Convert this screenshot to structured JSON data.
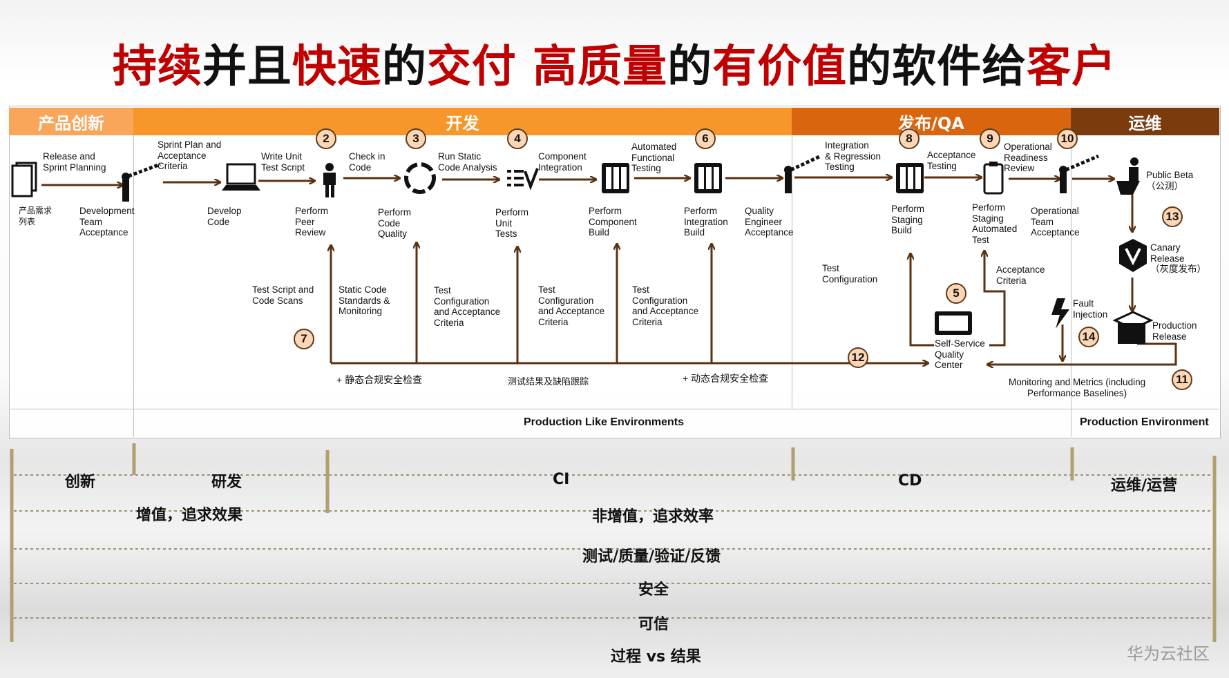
{
  "title": {
    "parts": [
      {
        "text": "持续",
        "tone": "r"
      },
      {
        "text": "并且",
        "tone": "k"
      },
      {
        "text": "快速",
        "tone": "r"
      },
      {
        "text": "的",
        "tone": "k"
      },
      {
        "text": "交付 ",
        "tone": "r"
      },
      {
        "text": "高质量",
        "tone": "r"
      },
      {
        "text": "的",
        "tone": "k"
      },
      {
        "text": "有价值",
        "tone": "r"
      },
      {
        "text": "的软件给",
        "tone": "k"
      },
      {
        "text": "客户",
        "tone": "r"
      }
    ]
  },
  "phases": {
    "innovation": {
      "label": "产品创新",
      "color": "#f9a55a"
    },
    "dev": {
      "label": "开发",
      "color": "#f7962b"
    },
    "release": {
      "label": "发布/QA",
      "color": "#d9660f"
    },
    "ops": {
      "label": "运维",
      "color": "#7b3b0c"
    }
  },
  "steps": {
    "release_planning": "Release and\nSprint Planning",
    "product_req": "产品需求\n列表",
    "dev_team_accept": "Development\nTeam\nAcceptance",
    "sprint_plan": "Sprint Plan and\nAcceptance\nCriteria",
    "develop_code": "Develop\nCode",
    "write_unit": "Write Unit\nTest Script",
    "peer_review": "Perform\nPeer\nReview",
    "check_in": "Check in\nCode",
    "code_quality": "Perform\nCode\nQuality",
    "static_analysis": "Run Static\nCode Analysis",
    "unit_tests": "Perform\nUnit\nTests",
    "component_integration": "Component\nIntegration",
    "component_build": "Perform\nComponent\nBuild",
    "auto_functional": "Automated\nFunctional\nTesting",
    "integration_build": "Perform\nIntegration\nBuild",
    "qe_accept": "Quality\nEngineer\nAcceptance",
    "integration_regression": "Integration\n& Regression\nTesting",
    "staging_build": "Perform\nStaging\nBuild",
    "acceptance_testing": "Acceptance\nTesting",
    "staging_auto_test": "Perform\nStaging\nAutomated\nTest",
    "op_readiness": "Operational\nReadiness\nReview",
    "op_team_accept": "Operational\nTeam\nAcceptance",
    "public_beta": "Public Beta\n（公测）",
    "canary": "Canary\nRelease\n（灰度发布）",
    "production_release": "Production\nRelease",
    "fault_injection": "Fault\nInjection",
    "test_script_scans": "Test Script and\nCode Scans",
    "static_standards": "Static Code\nStandards &\nMonitoring",
    "test_config_1": "Test\nConfiguration\nand Acceptance\nCriteria",
    "test_config_2": "Test\nConfiguration\nand Acceptance\nCriteria",
    "test_config_3": "Test\nConfiguration\nand Acceptance\nCriteria",
    "test_config_only": "Test\nConfiguration",
    "acceptance_criteria": "Acceptance\nCriteria",
    "self_service": "Self-Service\nQuality\nCenter",
    "monitoring": "Monitoring and Metrics (including\nPerformance Baselines)",
    "static_security": "+ 静态合规安全检查",
    "test_results": "测试结果及缺陷跟踪",
    "dynamic_security": "+ 动态合规安全检查"
  },
  "numbers": [
    "2",
    "3",
    "4",
    "6",
    "8",
    "9",
    "10",
    "13",
    "5",
    "7",
    "12",
    "14",
    "11"
  ],
  "environments": {
    "prod_like": "Production Like Environments",
    "prod": "Production Environment"
  },
  "bottom": {
    "innovation": "创新",
    "rnd": "研发",
    "ci": "CI",
    "cd": "CD",
    "ops": "运维/运营",
    "value_add": "增值，追求效果",
    "non_value_add": "非增值，追求效率",
    "row_test": "测试/质量/验证/反馈",
    "row_security": "安全",
    "row_trust": "可信",
    "row_process": "过程 vs 结果"
  },
  "watermark": "华为云社区",
  "colors": {
    "arrow": "#5a3212",
    "accent_red": "#c00000",
    "badge_fill": "#fdd7b5"
  }
}
